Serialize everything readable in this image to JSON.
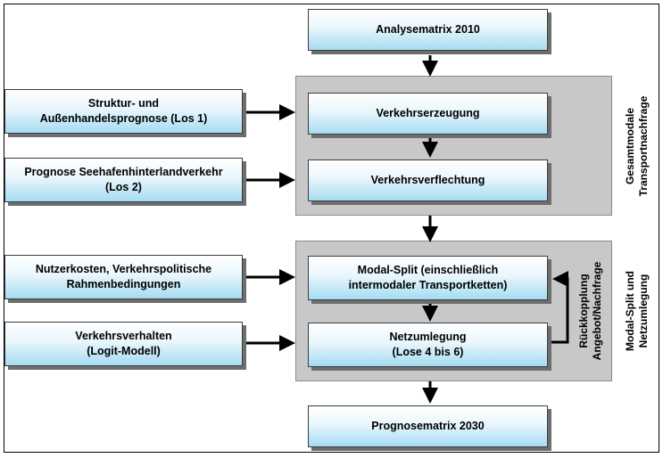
{
  "boxes": {
    "analysematrix": "Analysematrix 2010",
    "struktur": "Struktur- und\nAußenhandelsprognose (Los 1)",
    "verkehrserzeugung": "Verkehrserzeugung",
    "seehafen": "Prognose Seehafenhinterlandverkehr\n(Los 2)",
    "verflechtung": "Verkehrsverflechtung",
    "nutzerkosten": "Nutzerkosten, Verkehrspolitische\nRahmenbedingungen",
    "modalsplit": "Modal-Split (einschließlich\nintermodaler Transportketten)",
    "verhalten": "Verkehrsverhalten\n(Logit-Modell)",
    "netzumlegung": "Netzumlegung\n(Lose 4 bis 6)",
    "prognosematrix": "Prognosematrix 2030"
  },
  "labels": {
    "gesamtmodale": "Gesamtmodale\nTransportnachfrage",
    "rueckkopplung": "Rückkopplung\nAngebot/Nachfrage",
    "modalsplit_netz": "Modal-Split und\nNetzumlegung"
  }
}
